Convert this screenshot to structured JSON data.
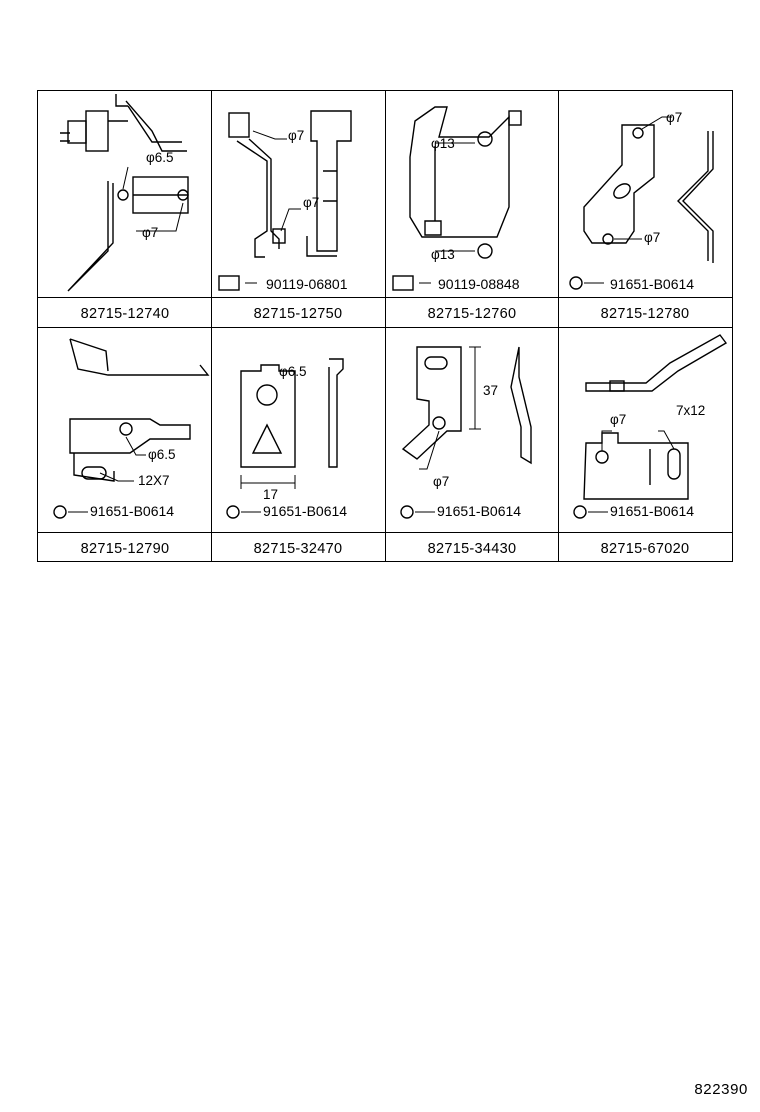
{
  "cells": [
    {
      "part_no": "82715-12740",
      "annotations": [
        "φ6.5",
        "φ7"
      ],
      "fastener": ""
    },
    {
      "part_no": "82715-12750",
      "annotations": [
        "φ7",
        "φ7"
      ],
      "fastener": "90119-06801"
    },
    {
      "part_no": "82715-12760",
      "annotations": [
        "φ13",
        "φ13"
      ],
      "fastener": "90119-08848"
    },
    {
      "part_no": "82715-12780",
      "annotations": [
        "φ7",
        "φ7"
      ],
      "fastener": "91651-B0614"
    },
    {
      "part_no": "82715-12790",
      "annotations": [
        "φ6.5",
        "12X7"
      ],
      "fastener": "91651-B0614"
    },
    {
      "part_no": "82715-32470",
      "annotations": [
        "φ6.5",
        "17"
      ],
      "fastener": "91651-B0614"
    },
    {
      "part_no": "82715-34430",
      "annotations": [
        "37",
        "φ7"
      ],
      "fastener": "91651-B0614"
    },
    {
      "part_no": "82715-67020",
      "annotations": [
        "φ7",
        "7x12"
      ],
      "fastener": "91651-B0614"
    }
  ],
  "page_ref": "822390"
}
